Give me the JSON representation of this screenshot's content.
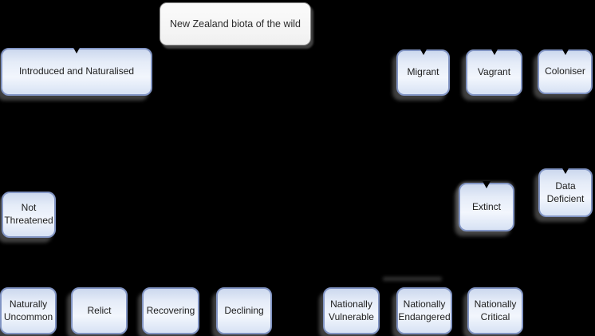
{
  "diagram_title": "New Zealand biota of the wild",
  "colors": {
    "background": "#000000",
    "node_fill_light": "#f2f6fd",
    "node_fill_dark": "#ccd8ee",
    "node_border": "#8295c4",
    "root_fill": "#f7f7f7",
    "root_border": "#8f8f8f",
    "text": "#1d1d1d",
    "connector_arrowhead": "#000000",
    "shadow": "#7d7d7d"
  },
  "nodes": {
    "root": {
      "label": "New Zealand biota of the wild"
    },
    "introduced": {
      "label": "Introduced and Naturalised"
    },
    "migrant": {
      "label": "Migrant"
    },
    "vagrant": {
      "label": "Vagrant"
    },
    "coloniser": {
      "label": "Coloniser"
    },
    "not_threatened": {
      "label": "Not Threatened"
    },
    "extinct": {
      "label": "Extinct"
    },
    "data_deficient": {
      "label": "Data Deficient"
    },
    "naturally_uncommon": {
      "label": "Naturally Uncommon"
    },
    "relict": {
      "label": "Relict"
    },
    "recovering": {
      "label": "Recovering"
    },
    "declining": {
      "label": "Declining"
    },
    "nationally_vulnerable": {
      "label": "Nationally Vulnerable"
    },
    "nationally_endangered": {
      "label": "Nationally Endangered"
    },
    "nationally_critical": {
      "label": "Nationally Critical"
    }
  }
}
